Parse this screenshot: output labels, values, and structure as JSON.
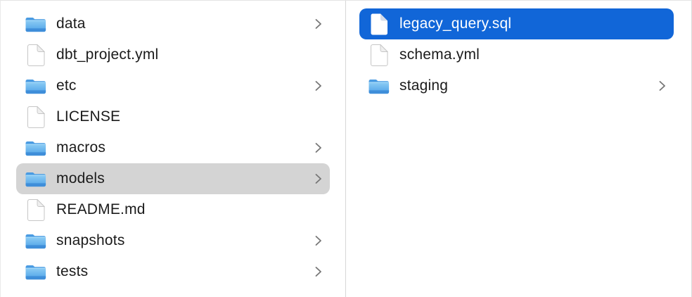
{
  "window": {
    "type": "finder-column-view"
  },
  "colors": {
    "selection_active": "#1166d8",
    "selection_inactive": "#d4d4d4",
    "text": "#1b1b1b",
    "text_selected": "#ffffff",
    "chevron": "#767676",
    "column_divider": "#d7d7d7"
  },
  "columns": [
    {
      "id": "left",
      "selection_style": "inactive",
      "items": [
        {
          "label": "data",
          "type": "folder",
          "has_chevron": true,
          "selected": false
        },
        {
          "label": "dbt_project.yml",
          "type": "file",
          "has_chevron": false,
          "selected": false
        },
        {
          "label": "etc",
          "type": "folder",
          "has_chevron": true,
          "selected": false
        },
        {
          "label": "LICENSE",
          "type": "file",
          "has_chevron": false,
          "selected": false
        },
        {
          "label": "macros",
          "type": "folder",
          "has_chevron": true,
          "selected": false
        },
        {
          "label": "models",
          "type": "folder",
          "has_chevron": true,
          "selected": true
        },
        {
          "label": "README.md",
          "type": "file",
          "has_chevron": false,
          "selected": false
        },
        {
          "label": "snapshots",
          "type": "folder",
          "has_chevron": true,
          "selected": false
        },
        {
          "label": "tests",
          "type": "folder",
          "has_chevron": true,
          "selected": false
        }
      ]
    },
    {
      "id": "right",
      "selection_style": "active",
      "items": [
        {
          "label": "legacy_query.sql",
          "type": "file",
          "has_chevron": false,
          "selected": true
        },
        {
          "label": "schema.yml",
          "type": "file",
          "has_chevron": false,
          "selected": false
        },
        {
          "label": "staging",
          "type": "folder",
          "has_chevron": true,
          "selected": false
        }
      ]
    }
  ]
}
